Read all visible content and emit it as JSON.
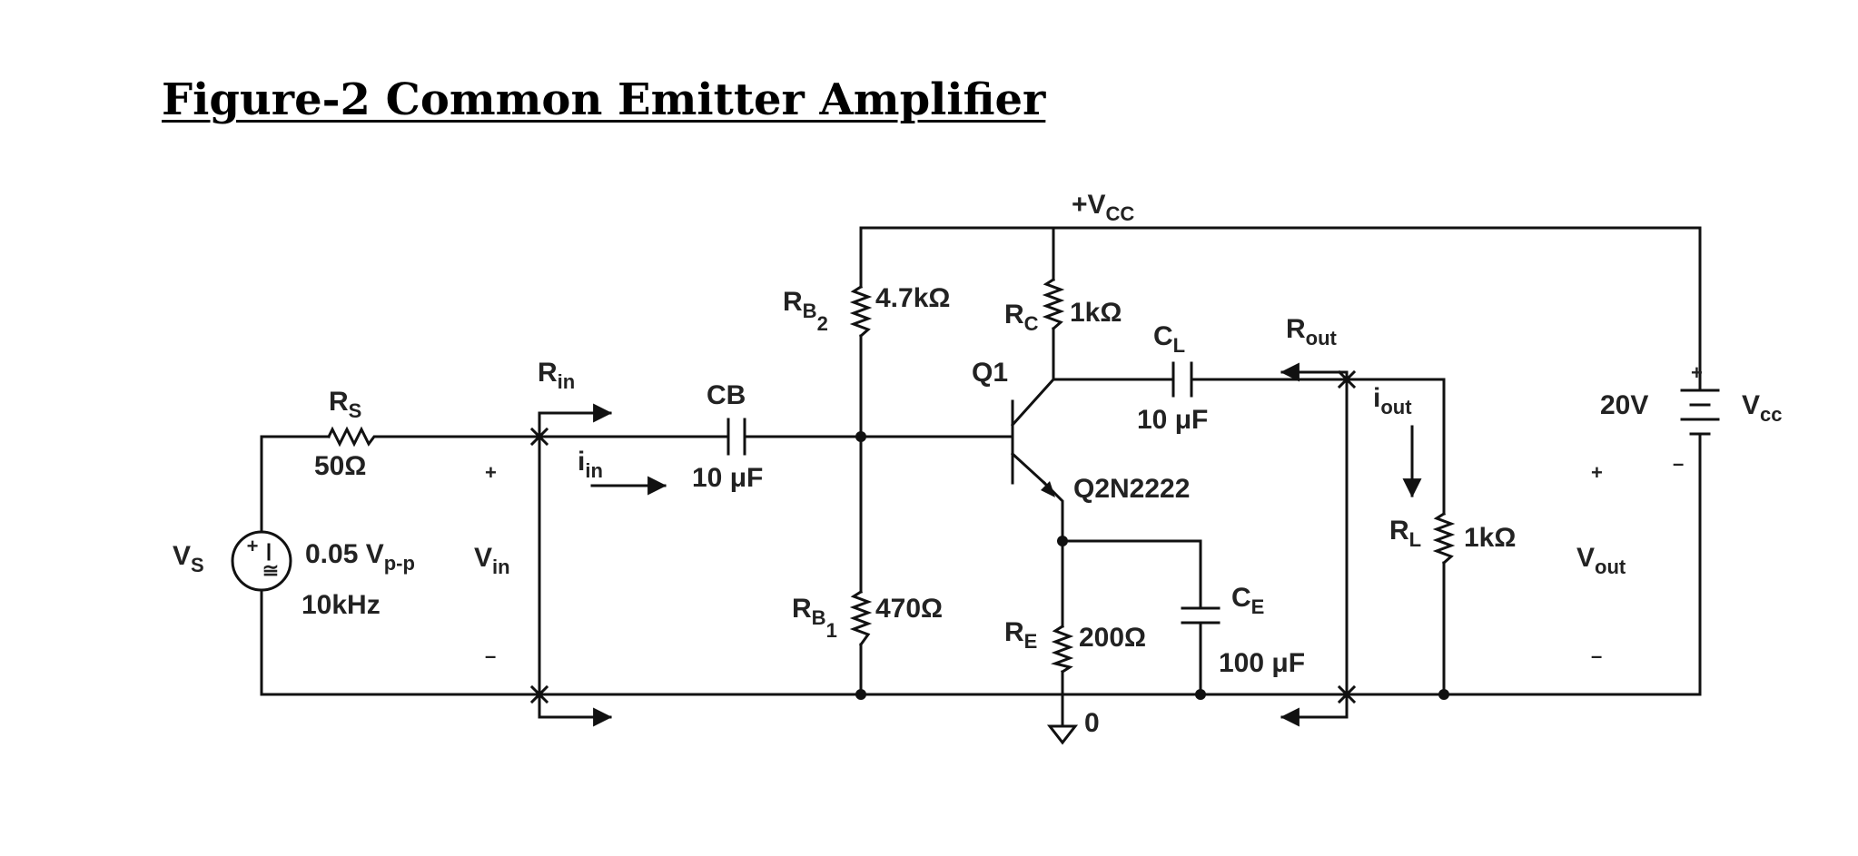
{
  "figure": {
    "title": "Figure-2 Common Emitter Amplifier"
  },
  "labels": {
    "vcc_top": {
      "main": "+V",
      "sub": "CC"
    },
    "rs": {
      "main": "R",
      "sub": "S",
      "value": "50Ω"
    },
    "vs": {
      "main": "V",
      "sub": "S",
      "amplitude": "0.05 V",
      "amp_sub": "p-p",
      "freq": "10kHz"
    },
    "vin": {
      "main": "V",
      "sub": "in",
      "plus": "+",
      "minus": "–"
    },
    "rin": {
      "main": "R",
      "sub": "in"
    },
    "iin": {
      "main": "i",
      "sub": "in"
    },
    "cb": {
      "name": "CB",
      "value": "10 μF"
    },
    "rb2": {
      "main": "R",
      "sub": "B",
      "subsub": "2",
      "value": "4.7kΩ"
    },
    "rb1": {
      "main": "R",
      "sub": "B",
      "subsub": "1",
      "value": "470Ω"
    },
    "rc": {
      "main": "R",
      "sub": "C",
      "value": "1kΩ"
    },
    "q1": {
      "name": "Q1",
      "part": "Q2N2222"
    },
    "cl": {
      "main": "C",
      "sub": "L",
      "value": "10 μF"
    },
    "rout": {
      "main": "R",
      "sub": "out"
    },
    "iout": {
      "main": "i",
      "sub": "out"
    },
    "rl": {
      "main": "R",
      "sub": "L",
      "value": "1kΩ"
    },
    "re": {
      "main": "R",
      "sub": "E",
      "value": "200Ω"
    },
    "ce": {
      "main": "C",
      "sub": "E",
      "value": "100 μF"
    },
    "ground": {
      "node": "0"
    },
    "battery": {
      "value": "20V",
      "main": "V",
      "sub": "cc",
      "plus": "+",
      "minus": "–"
    },
    "vout": {
      "main": "V",
      "sub": "out",
      "plus": "+",
      "minus": "–"
    }
  }
}
